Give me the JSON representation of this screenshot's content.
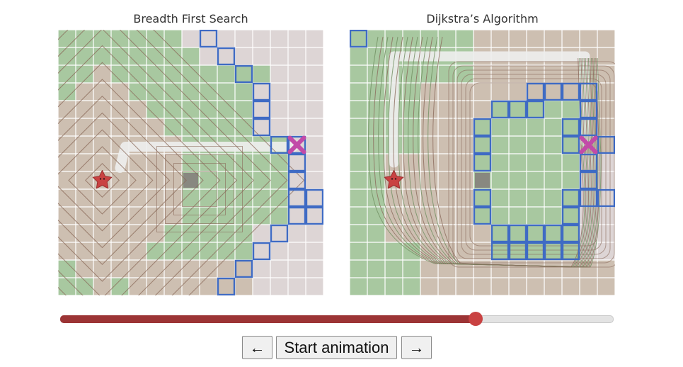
{
  "panels": [
    {
      "title": "Breadth First Search"
    },
    {
      "title": "Dijkstra’s Algorithm"
    }
  ],
  "slider": {
    "value": 0.75
  },
  "buttons": {
    "prev_label": "←",
    "start_label": "Start animation",
    "next_label": "→"
  },
  "colors": {
    "grass": "#a8c8a0",
    "sand": "#cdbfb1",
    "pale": "#ddd5d5",
    "frontier": "#3f6bc4",
    "goal": "#c24aa8",
    "start": "#c94242",
    "wall": "#888880",
    "path": "#eeeeee"
  },
  "icons": {
    "start": "star-icon",
    "goal": "x-mark-icon"
  }
}
